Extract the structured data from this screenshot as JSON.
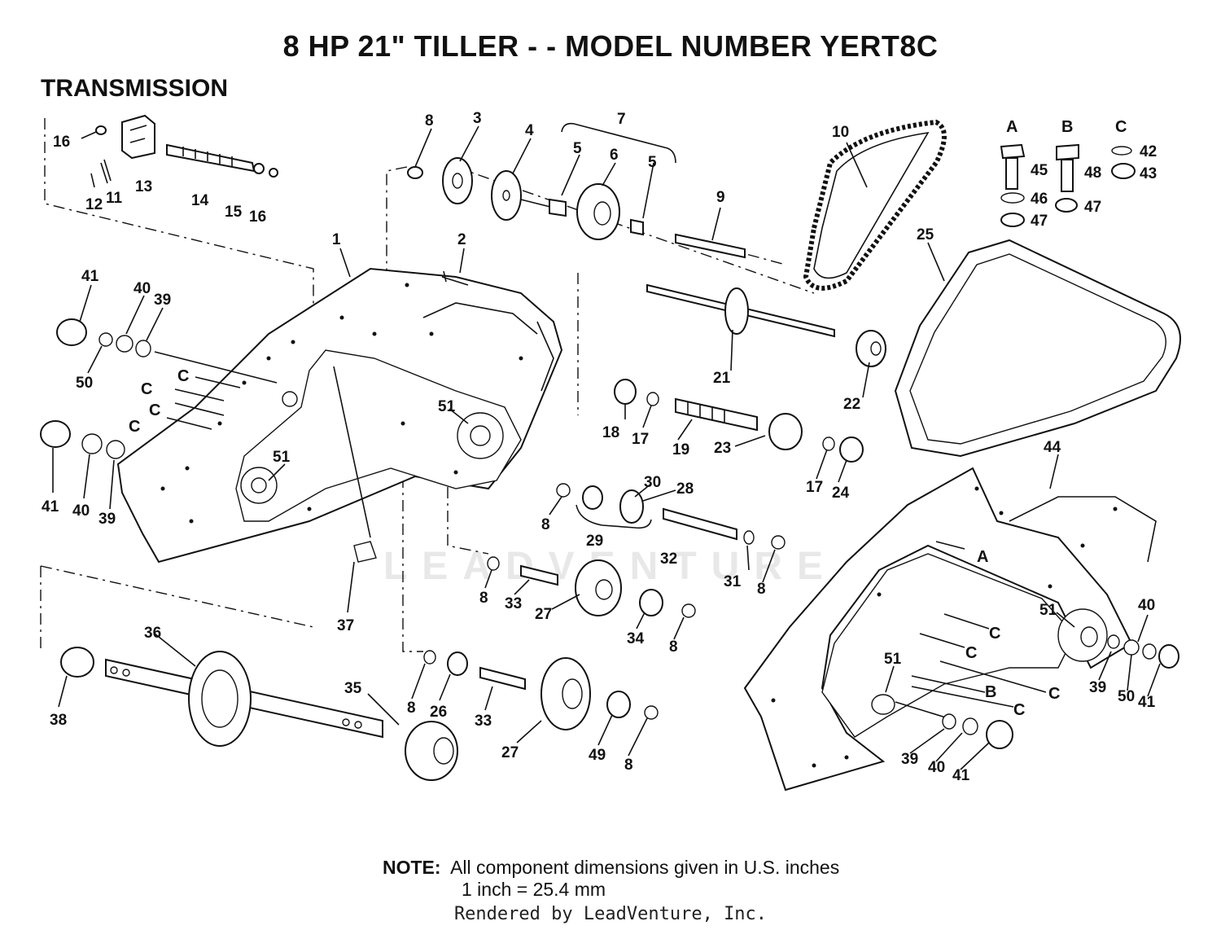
{
  "title": "8 HP 21\" TILLER - - MODEL NUMBER YERT8C",
  "section": "TRANSMISSION",
  "hardware_columns": [
    "A",
    "B",
    "C"
  ],
  "callouts": [
    {
      "id": "c16a",
      "t": "16"
    },
    {
      "id": "c13",
      "t": "13"
    },
    {
      "id": "c11",
      "t": "11"
    },
    {
      "id": "c12",
      "t": "12"
    },
    {
      "id": "c14",
      "t": "14"
    },
    {
      "id": "c15",
      "t": "15"
    },
    {
      "id": "c16b",
      "t": "16"
    },
    {
      "id": "c8a",
      "t": "8"
    },
    {
      "id": "c3",
      "t": "3"
    },
    {
      "id": "c4",
      "t": "4"
    },
    {
      "id": "c7",
      "t": "7"
    },
    {
      "id": "c5a",
      "t": "5"
    },
    {
      "id": "c6",
      "t": "6"
    },
    {
      "id": "c5b",
      "t": "5"
    },
    {
      "id": "c9",
      "t": "9"
    },
    {
      "id": "c10",
      "t": "10"
    },
    {
      "id": "c2",
      "t": "2"
    },
    {
      "id": "c1",
      "t": "1"
    },
    {
      "id": "c45",
      "t": "45"
    },
    {
      "id": "c46",
      "t": "46"
    },
    {
      "id": "c47a",
      "t": "47"
    },
    {
      "id": "c48",
      "t": "48"
    },
    {
      "id": "c47b",
      "t": "47"
    },
    {
      "id": "c42",
      "t": "42"
    },
    {
      "id": "c43",
      "t": "43"
    },
    {
      "id": "c25",
      "t": "25"
    },
    {
      "id": "c41a",
      "t": "41"
    },
    {
      "id": "c40a",
      "t": "40"
    },
    {
      "id": "c39a",
      "t": "39"
    },
    {
      "id": "c50a",
      "t": "50"
    },
    {
      "id": "c21",
      "t": "21"
    },
    {
      "id": "c22",
      "t": "22"
    },
    {
      "id": "c51a",
      "t": "51"
    },
    {
      "id": "c18",
      "t": "18"
    },
    {
      "id": "c17a",
      "t": "17"
    },
    {
      "id": "c19",
      "t": "19"
    },
    {
      "id": "c23",
      "t": "23"
    },
    {
      "id": "c17b",
      "t": "17"
    },
    {
      "id": "c24",
      "t": "24"
    },
    {
      "id": "c41b",
      "t": "41"
    },
    {
      "id": "c40b",
      "t": "40"
    },
    {
      "id": "c39b",
      "t": "39"
    },
    {
      "id": "c51b",
      "t": "51"
    },
    {
      "id": "c30",
      "t": "30"
    },
    {
      "id": "c28",
      "t": "28"
    },
    {
      "id": "c8b",
      "t": "8"
    },
    {
      "id": "c29",
      "t": "29"
    },
    {
      "id": "c32",
      "t": "32"
    },
    {
      "id": "c31",
      "t": "31"
    },
    {
      "id": "c8c",
      "t": "8"
    },
    {
      "id": "c44",
      "t": "44"
    },
    {
      "id": "c37",
      "t": "37"
    },
    {
      "id": "c8d",
      "t": "8"
    },
    {
      "id": "c33a",
      "t": "33"
    },
    {
      "id": "c27a",
      "t": "27"
    },
    {
      "id": "c34",
      "t": "34"
    },
    {
      "id": "c8e",
      "t": "8"
    },
    {
      "id": "c51c",
      "t": "51"
    },
    {
      "id": "c40c",
      "t": "40"
    },
    {
      "id": "c39c",
      "t": "39"
    },
    {
      "id": "c50b",
      "t": "50"
    },
    {
      "id": "c41c",
      "t": "41"
    },
    {
      "id": "c36",
      "t": "36"
    },
    {
      "id": "c35",
      "t": "35"
    },
    {
      "id": "c38",
      "t": "38"
    },
    {
      "id": "c8f",
      "t": "8"
    },
    {
      "id": "c26",
      "t": "26"
    },
    {
      "id": "c33b",
      "t": "33"
    },
    {
      "id": "c27b",
      "t": "27"
    },
    {
      "id": "c49",
      "t": "49"
    },
    {
      "id": "c8g",
      "t": "8"
    },
    {
      "id": "c51d",
      "t": "51"
    },
    {
      "id": "c39d",
      "t": "39"
    },
    {
      "id": "c40d",
      "t": "40"
    },
    {
      "id": "c41d",
      "t": "41"
    }
  ],
  "letter_callouts": [
    {
      "id": "lC1",
      "t": "C"
    },
    {
      "id": "lC2",
      "t": "C"
    },
    {
      "id": "lC3",
      "t": "C"
    },
    {
      "id": "lC4",
      "t": "C"
    },
    {
      "id": "lA",
      "t": "A"
    },
    {
      "id": "lC5",
      "t": "C"
    },
    {
      "id": "lC6",
      "t": "C"
    },
    {
      "id": "lC7",
      "t": "C"
    },
    {
      "id": "lB",
      "t": "B"
    },
    {
      "id": "lC8",
      "t": "C"
    }
  ],
  "note": {
    "label": "NOTE:",
    "line1": "All component dimensions given in U.S. inches",
    "line2": "1 inch = 25.4 mm"
  },
  "footer": "Rendered by LeadVenture, Inc.",
  "watermark": "LEADVENTURE"
}
